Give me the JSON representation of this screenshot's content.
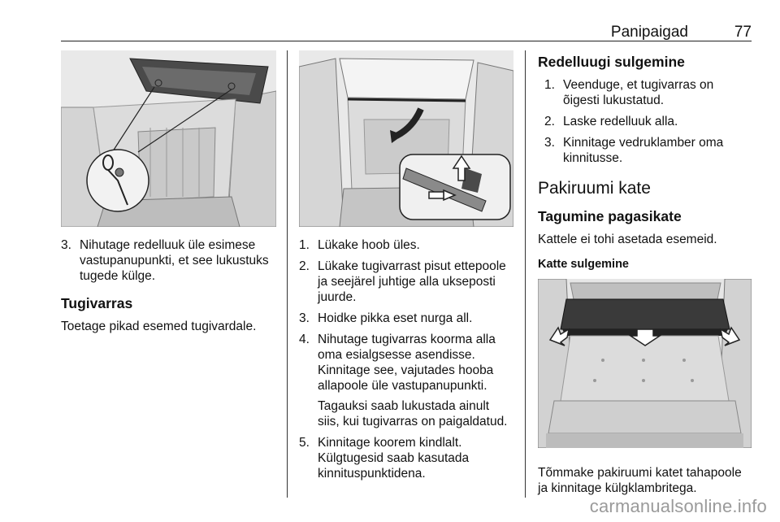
{
  "header": {
    "section_title": "Panipaigad",
    "page_number": "77"
  },
  "col1": {
    "steps": [
      {
        "num": "3.",
        "text": "Nihutage redelluuk üle esimese vastupanupunkti, et see lukustuks tugede külge."
      }
    ],
    "heading": "Tugivarras",
    "body": "Toetage pikad esemed tugivardale."
  },
  "col2": {
    "steps": [
      {
        "num": "1.",
        "text": "Lükake hoob üles."
      },
      {
        "num": "2.",
        "text": "Lükake tugivarrast pisut ettepoole ja seejärel juhtige alla ukseposti juurde."
      },
      {
        "num": "3.",
        "text": "Hoidke pikka eset nurga all."
      },
      {
        "num": "4.",
        "text": "Nihutage tugivarras koorma alla oma esialgsesse asendisse. Kinnitage see, vajutades hooba allapoole üle vastupanupunkti.",
        "note": "Tagauksi saab lukustada ainult siis, kui tugivarras on paigaldatud."
      },
      {
        "num": "5.",
        "text": "Kinnitage koorem kindlalt. Külgtugesid saab kasutada kinnituspunktidena."
      }
    ]
  },
  "col3": {
    "heading": "Redelluugi sulgemine",
    "steps": [
      {
        "num": "1.",
        "text": "Veenduge, et tugivarras on õigesti lukustatud."
      },
      {
        "num": "2.",
        "text": "Laske redelluuk alla."
      },
      {
        "num": "3.",
        "text": "Kinnitage vedruklamber oma kinnitusse."
      }
    ],
    "section_heading": "Pakiruumi kate",
    "sub_heading": "Tagumine pagasikate",
    "sub_body": "Kattele ei tohi asetada esemeid.",
    "minor_heading": "Katte sulgemine",
    "caption": "Tõmmake pakiruumi katet tahapoole ja kinnitage külgklambritega."
  },
  "watermark": "carmanualsonline.info"
}
